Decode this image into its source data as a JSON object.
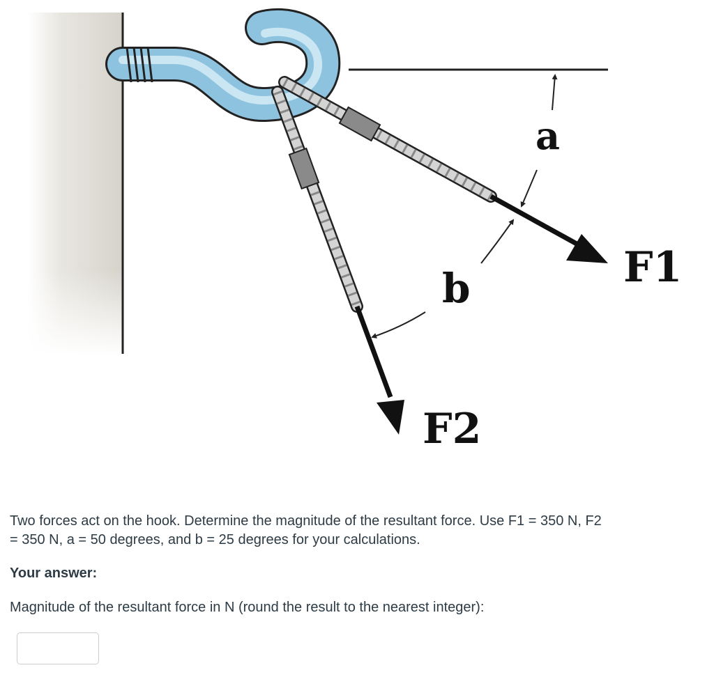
{
  "figure": {
    "label_a": "a",
    "label_b": "b",
    "label_f1": "F1",
    "label_f2": "F2",
    "colors": {
      "hook": "#8ec3df",
      "hook_light": "#cbe6f3",
      "wall": "#d9d6cf",
      "arrow": "#111111",
      "rope": "#d4d4d4"
    }
  },
  "question": {
    "text": "Two forces act on the hook. Determine the magnitude of the resultant force. Use F1 = 350 N, F2 = 350 N, a = 50 degrees, and b = 25 degrees for your calculations."
  },
  "answer": {
    "heading": "Your answer:",
    "prompt": "Magnitude of the resultant force in N (round the result to the nearest integer):",
    "value": ""
  }
}
